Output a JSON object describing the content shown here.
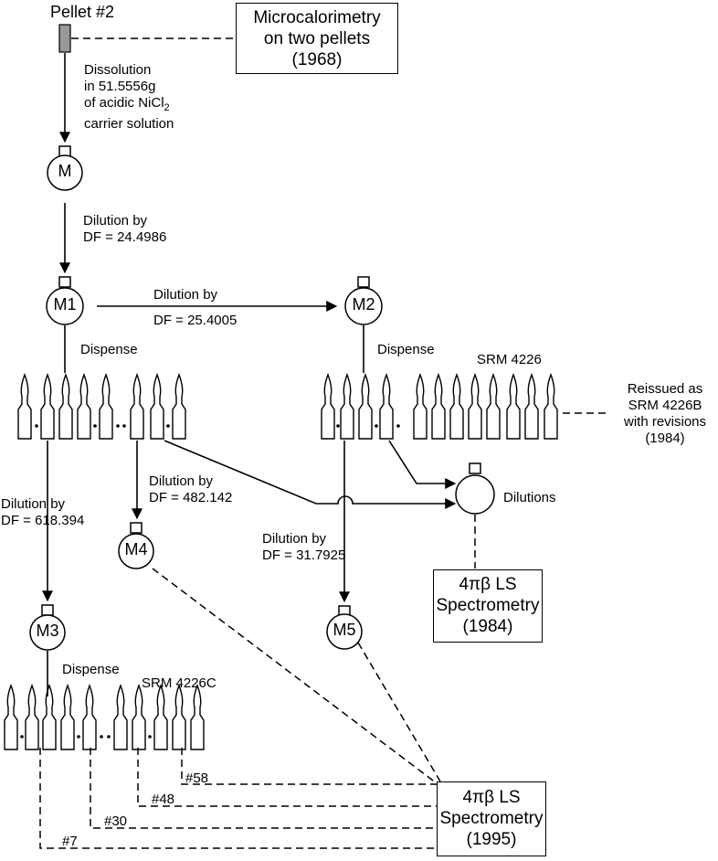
{
  "pellet_label": "Pellet #2",
  "microcal_box": {
    "line1": "Microcalorimetry",
    "line2": "on two pellets",
    "line3": "(1968)"
  },
  "dissolution": {
    "line1": "Dissolution",
    "line2": "in 51.5556g",
    "line3_pre": "of acidic NiCl",
    "line3_sub": "2",
    "line4": "carrier solution"
  },
  "flasks": {
    "m": "M",
    "m1": "M1",
    "m2": "M2",
    "m3": "M3",
    "m4": "M4",
    "m5": "M5"
  },
  "dilution_m": {
    "line1": "Dilution by",
    "line2": "DF = 24.4986"
  },
  "dilution_m2": {
    "line1": "Dilution by",
    "line2": "DF = 25.4005"
  },
  "dispense_m1": "Dispense",
  "dispense_m2": "Dispense",
  "dispense_m3": "Dispense",
  "srm_4226": "SRM 4226",
  "srm_4226c": "SRM 4226C",
  "reissued": {
    "line1": "Reissued as",
    "line2": "SRM 4226B",
    "line3": "with revisions",
    "line4": "(1984)"
  },
  "dilution_m4": {
    "line1": "Dilution by",
    "line2": "DF = 482.142"
  },
  "dilution_m3": {
    "line1": "Dilution by",
    "line2": "DF = 618.394"
  },
  "dilution_m5": {
    "line1": "Dilution by",
    "line2": "DF = 31.7925"
  },
  "dilutions_label": "Dilutions",
  "ls_1984": {
    "line1": "4πβ LS",
    "line2": "Spectrometry",
    "line3": "(1984)"
  },
  "ls_1995": {
    "line1": "4πβ LS",
    "line2": "Spectrometry",
    "line3": "(1995)"
  },
  "ampoule_numbers": {
    "a58": "#58",
    "a48": "#48",
    "a30": "#30",
    "a7": "#7"
  }
}
